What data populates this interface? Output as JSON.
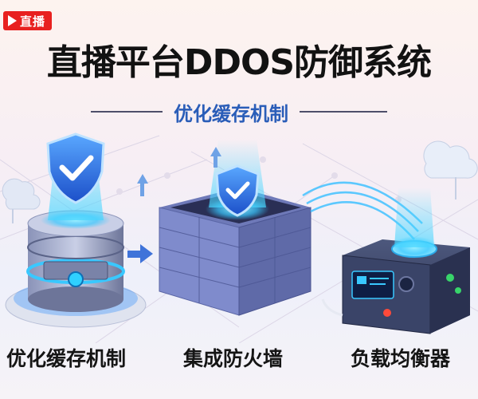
{
  "badge": {
    "label": "直播",
    "color": "#e8201f"
  },
  "title": "直播平台DDOS防御系统",
  "subtitle": "优化缓存机制",
  "items": [
    {
      "label": "优化缓存机制",
      "icon": "server-shield-icon"
    },
    {
      "label": "集成防火墙",
      "icon": "firewall-shield-icon"
    },
    {
      "label": "负载均衡器",
      "icon": "load-balancer-icon"
    }
  ],
  "colors": {
    "accent": "#2a5db8",
    "glow": "#39c8ff",
    "title": "#121212"
  }
}
